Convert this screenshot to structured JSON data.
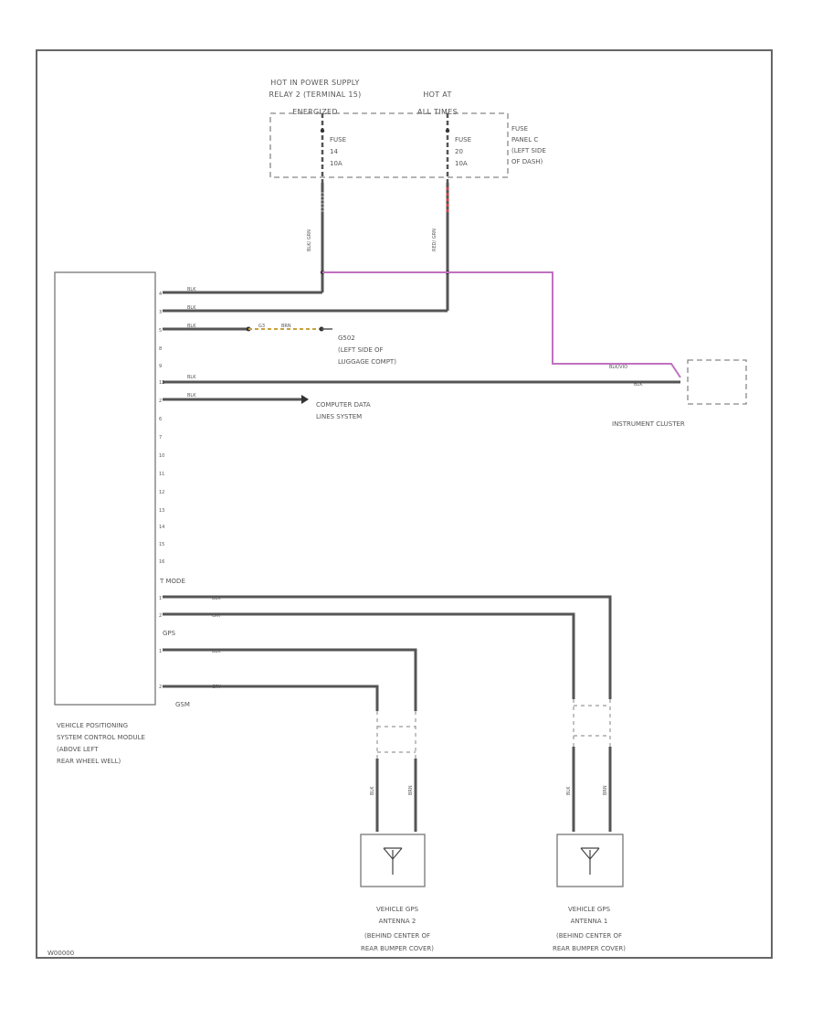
{
  "diagram_code": "W00000",
  "power": {
    "hot_a": [
      "HOT IN POWER SUPPLY",
      "RELAY 2 (TERMINAL 15)",
      "ENERGIZED"
    ],
    "hot_b": [
      "HOT AT",
      "ALL TIMES"
    ],
    "fuse_a": [
      "FUSE",
      "14",
      "10A"
    ],
    "fuse_b": [
      "FUSE",
      "20",
      "10A"
    ],
    "fuse_panel": [
      "FUSE",
      "PANEL C",
      "(LEFT SIDE",
      "OF DASH)"
    ],
    "wire_a": "BLK/ GRN",
    "wire_b": "RED/ GRN"
  },
  "module": {
    "pins": [
      "4",
      "3",
      "5",
      "8",
      "9",
      "12",
      "2",
      "6",
      "7",
      "10",
      "11",
      "12",
      "13",
      "14",
      "15",
      "16"
    ],
    "wire_colors": [
      "BLK",
      "BLK",
      "BLK",
      "BLK",
      "BLK"
    ],
    "label": [
      "VEHICLE POSITIONING",
      "SYSTEM CONTROL MODULE",
      "(ABOVE LEFT",
      "REAR WHEEL WELL)"
    ],
    "gps_header": "GPS",
    "tmode_header": "T MODE",
    "gsm_label": "GSM",
    "lower_pins": [
      "1",
      "2",
      "1",
      "2"
    ],
    "lower_wires": [
      "BLK",
      "GRY",
      "BLK",
      "GRY"
    ]
  },
  "ground": {
    "code": "G3",
    "wire": "BRN",
    "label": [
      "G502",
      "(LEFT SIDE OF",
      "LUGGAGE COMPT)"
    ]
  },
  "data_lines": [
    "COMPUTER DATA",
    "LINES SYSTEM"
  ],
  "cluster": {
    "label": "INSTRUMENT CLUSTER",
    "wires": [
      "BLK/VIO",
      "BLK"
    ]
  },
  "antennas": [
    {
      "label": [
        "VEHICLE GPS",
        "ANTENNA 2",
        "(BEHIND CENTER OF",
        "REAR BUMPER COVER)"
      ],
      "wires": [
        "BLK",
        "BRN"
      ]
    },
    {
      "label": [
        "VEHICLE GPS",
        "ANTENNA 1",
        "(BEHIND CENTER OF",
        "REAR BUMPER COVER)"
      ],
      "wires": [
        "BLK",
        "BRN"
      ]
    }
  ]
}
